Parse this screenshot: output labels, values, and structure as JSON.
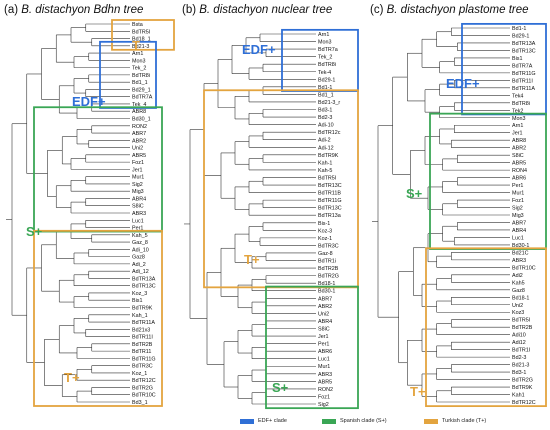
{
  "colors": {
    "edf": "#2f6fd6",
    "spanish": "#3aa655",
    "turkish": "#e3a43f",
    "tree": "#333333"
  },
  "legend": [
    {
      "label": "EDF+ clade",
      "color": "#2f6fd6"
    },
    {
      "label": "Spanish clade (S+)",
      "color": "#3aa655"
    },
    {
      "label": "Turkish clade (T+)",
      "color": "#e3a43f"
    }
  ],
  "panels": [
    {
      "prefix": "(a) ",
      "species": "B. distachyon",
      "suffix": " Bdhn tree",
      "clades": [
        {
          "label": "EDF+",
          "color": "#2f6fd6"
        },
        {
          "label": "S+",
          "color": "#3aa655"
        },
        {
          "label": "T+",
          "color": "#e3a43f"
        },
        {
          "label": "T",
          "color": "#e3a43f"
        }
      ],
      "tips": [
        "Bsta",
        "BdTR5I",
        "Bd18_1",
        "Bd21-3",
        "Arn1",
        "Mon3",
        "Tek_2",
        "BdTR8i",
        "Bd1_1",
        "Bd29_1",
        "BdTR7A",
        "Tek_4",
        "ABR8",
        "Bd30_1",
        "RON2",
        "ABR7",
        "ABR2",
        "Uni2",
        "ABR5",
        "Foz1",
        "Jer1",
        "Mur1",
        "Sig2",
        "Mig3",
        "ABR4",
        "S8iC",
        "ABR3",
        "Luc1",
        "Per1",
        "Kah_5",
        "Gaz_8",
        "Adi_10",
        "Gaz8",
        "Adi_2",
        "Adi_12",
        "BdTR13A",
        "BdTR13C",
        "Koz_3",
        "Bis1",
        "BdTR9K",
        "Kah_1",
        "BdTR11A",
        "Bd21x3",
        "BdTR11I",
        "BdTR2B",
        "BdTR11",
        "BdTR11G",
        "BdTR3C",
        "Koz_1",
        "BdTR12C",
        "BdTR2G",
        "BdTR10C",
        "Bd3_1"
      ]
    },
    {
      "prefix": "(b) ",
      "species": "B. distachyon",
      "suffix": " nuclear tree",
      "clades": [
        {
          "label": "EDF+",
          "color": "#2f6fd6"
        },
        {
          "label": "T+",
          "color": "#e3a43f"
        },
        {
          "label": "S+",
          "color": "#3aa655"
        }
      ],
      "tips": [
        "Arn1",
        "Mon3",
        "BdTR7a",
        "Tek_2",
        "BdTR8i",
        "Tek-4",
        "Bd29-1",
        "Bd1-1",
        "Bd1_1",
        "Bd21-3_r",
        "Bd3-1",
        "Bd2-3",
        "Adi-10",
        "BdTR12c",
        "Adi-2",
        "Adi-12",
        "BdTR9K",
        "Kah-1",
        "Kah-5",
        "BdTR5I",
        "BdTR13C",
        "BdTR11B",
        "BdTR11G",
        "BdTR13C",
        "BdTR13a",
        "Bis-1",
        "Koz-3",
        "Koz-1",
        "BdTR3C",
        "Gaz-8",
        "BdTR1i",
        "BdTR2B",
        "BdTR2G",
        "Bd18-1",
        "Bd30-1",
        "ABR7",
        "ABR2",
        "Uni2",
        "ABR4",
        "S8iC",
        "Jer1",
        "Per1",
        "ABR6",
        "Luc1",
        "Mur1",
        "ABR3",
        "ABR5",
        "RON2",
        "Foz1",
        "Sig2"
      ]
    },
    {
      "prefix": "(c) ",
      "species": "B. distachyon",
      "suffix": " plastome tree",
      "clades": [
        {
          "label": "EDF+",
          "color": "#2f6fd6"
        },
        {
          "label": "S+",
          "color": "#3aa655"
        },
        {
          "label": "T+",
          "color": "#e3a43f"
        }
      ],
      "tips": [
        "Bd1-1",
        "Bd29-1",
        "BdTR13A",
        "BdTR13C",
        "Bis1",
        "BdTR7A",
        "BdTR11G",
        "BdTR11I",
        "BdTR11A",
        "Tek4",
        "BdTR8i",
        "Tek2",
        "Mon3",
        "Arn1",
        "Jer1",
        "ABR8",
        "ABR2",
        "S8iC",
        "ABR5",
        "RON4",
        "ABR6",
        "Per1",
        "Mur1",
        "Foz1",
        "Sig2",
        "Mig3",
        "ABR7",
        "ABR4",
        "Luc1",
        "Bd30-1",
        "Bd21C",
        "ABR3",
        "BdTR10C",
        "Adi2",
        "Kah5",
        "Gaz8",
        "Bd18-1",
        "Uni2",
        "Koz3",
        "BdTR5I",
        "BdTR2B",
        "Adi10",
        "Adi12",
        "BdTR1I",
        "Bd2-3",
        "Bd21-3",
        "Bd3-1",
        "BdTR2G",
        "BdTR9K",
        "Kah1",
        "BdTR12C"
      ]
    }
  ]
}
